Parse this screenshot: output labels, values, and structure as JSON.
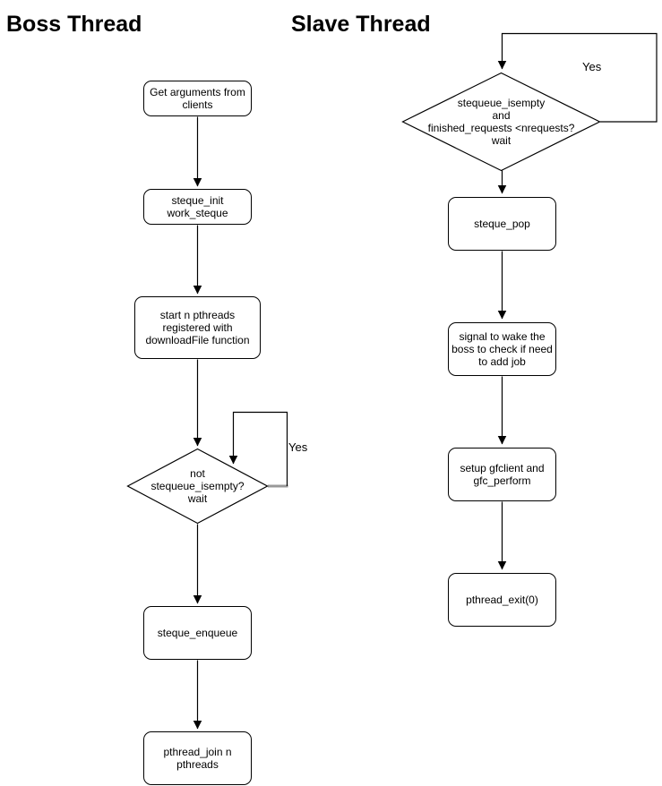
{
  "colors": {
    "line": "#000000",
    "loop_connector": "#999999",
    "background": "#ffffff",
    "text": "#000000"
  },
  "boss": {
    "title": "Boss Thread",
    "get_arguments": "Get arguments from\nclients",
    "steque_init": "steque_init\nwork_steque",
    "start_pthreads": "start n pthreads\nregistered with\ndownloadFile  function",
    "wait_decision": "not\nstequeue_isempty?\nwait",
    "steque_enqueue": "steque_enqueue",
    "pthread_join": "pthread_join n\npthreads",
    "loop_label": "Yes"
  },
  "slave": {
    "title": "Slave Thread",
    "wait_decision": "stequeue_isempty\nand\nfinished_requests <nrequests?\nwait",
    "steque_pop": "steque_pop",
    "signal_boss": "signal to wake the\nboss to check if need\nto add job",
    "setup_gfclient": "setup gfclient and\ngfc_perform",
    "pthread_exit": "pthread_exit(0)",
    "loop_label": "Yes"
  }
}
